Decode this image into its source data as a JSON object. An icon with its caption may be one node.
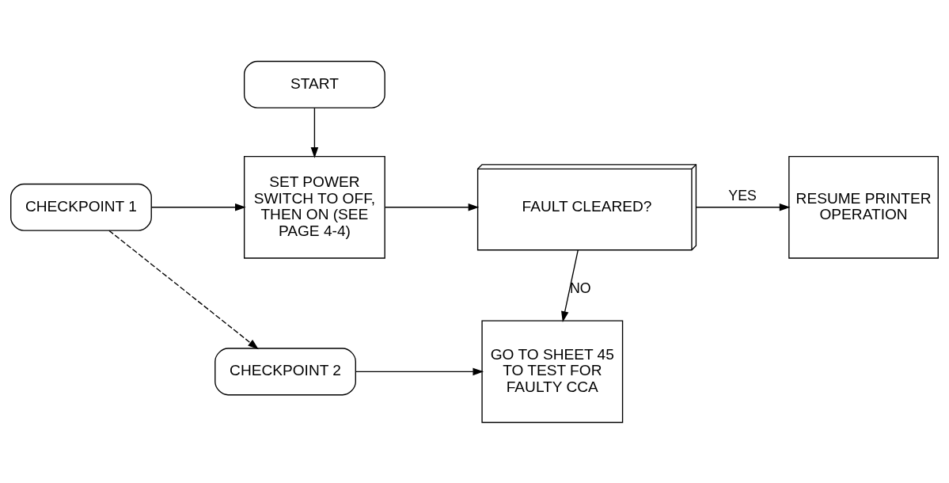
{
  "diagram": {
    "nodes": [
      {
        "text": [
          "START"
        ]
      },
      {
        "text": [
          "CHECKPOINT 1"
        ]
      },
      {
        "text": [
          "SET POWER SWITCH TO OFF, THEN ON (SEE PAGE 4-4)"
        ]
      },
      {
        "text": [
          "FAULT CLEARED?"
        ]
      },
      {
        "text": [
          "RESUME PRINTER OPERATION"
        ]
      },
      {
        "text": [
          "CHECKPOINT 2"
        ]
      },
      {
        "text": [
          "GO TO SHEET 45 TO TEST FOR FAULTY CCA"
        ]
      }
    ],
    "edges": [
      {
        "from": 0,
        "to": 2,
        "arrow": "to"
      },
      {
        "from": 1,
        "to": 2,
        "arrow": "to"
      },
      {
        "from": 2,
        "to": 3,
        "arrow": "to"
      },
      {
        "from": 3,
        "to": 4,
        "arrow": "to",
        "label": "YES"
      },
      {
        "from": 3,
        "to": 6,
        "arrow": "to",
        "label": "NO"
      },
      {
        "from": 1,
        "to": 5,
        "arrow": "to",
        "style": "dashed"
      },
      {
        "from": 5,
        "to": 6,
        "arrow": "to"
      }
    ]
  }
}
